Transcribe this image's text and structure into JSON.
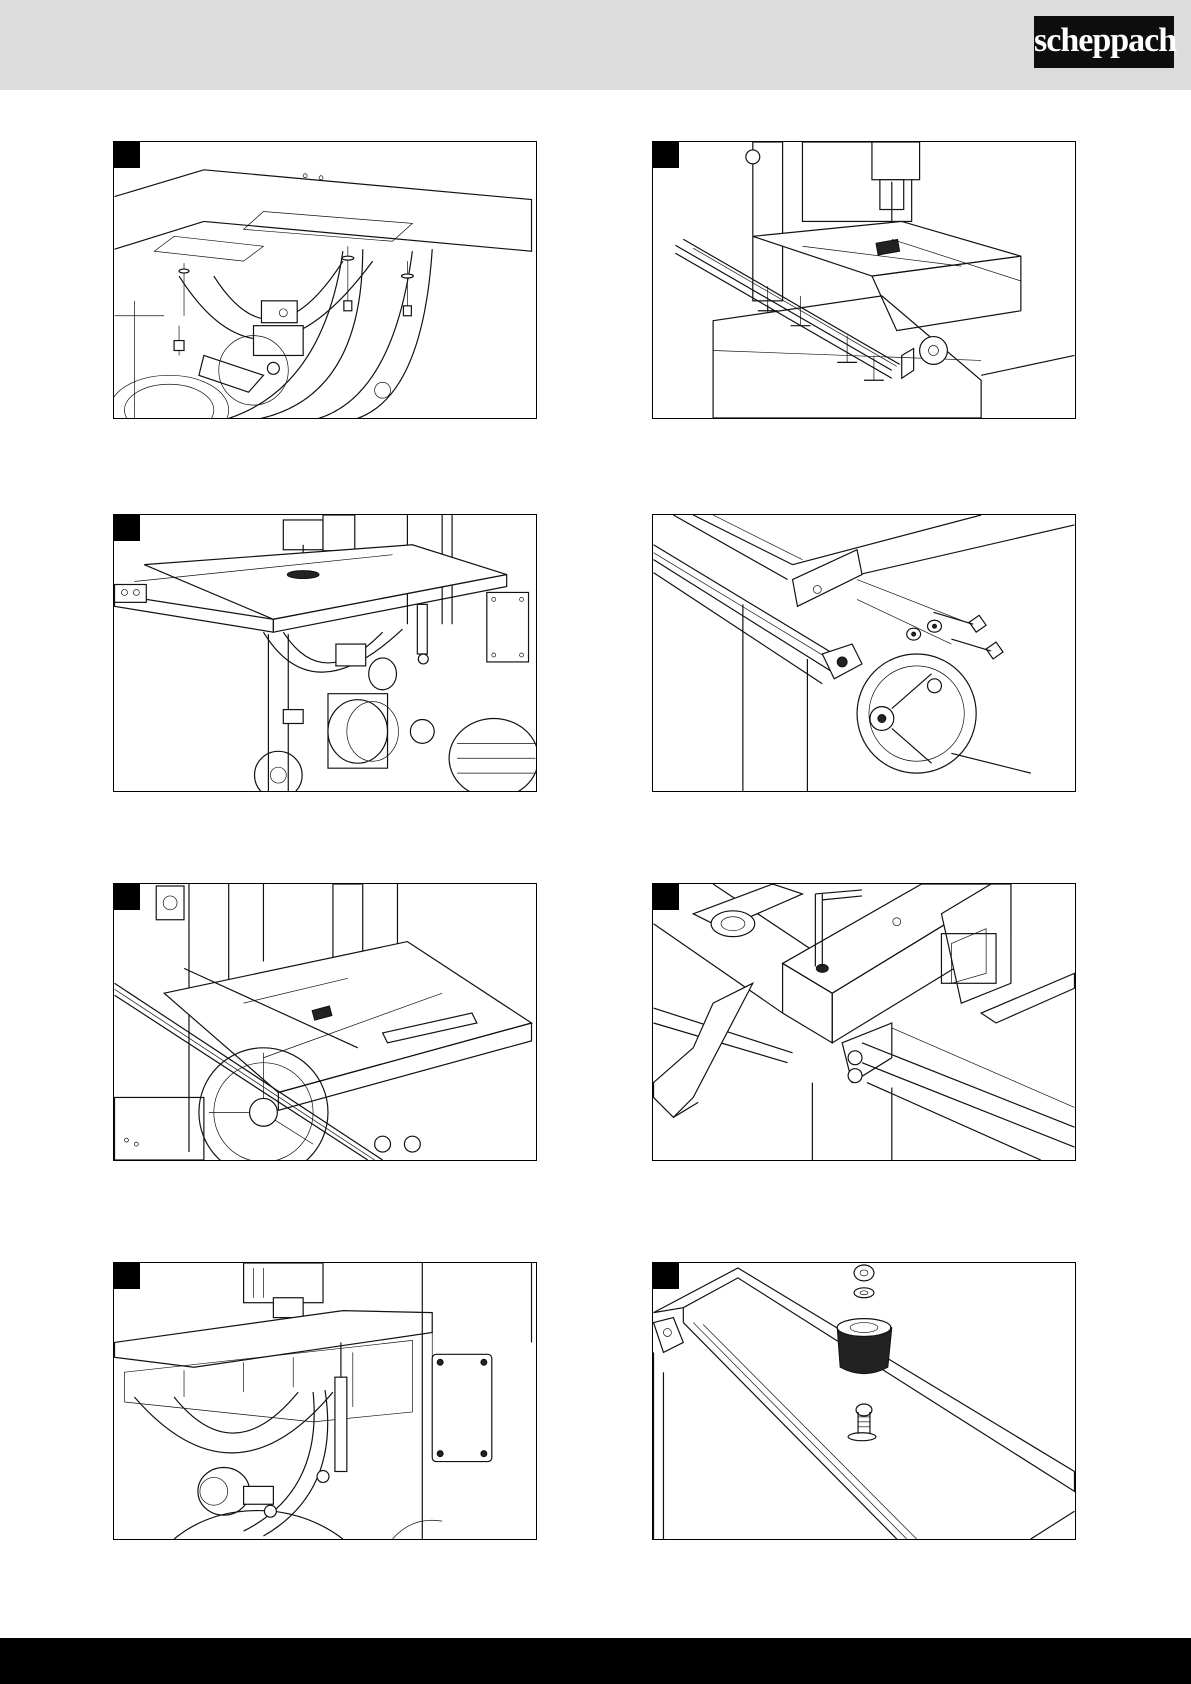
{
  "header": {
    "brand": "scheppach"
  },
  "figures": [
    {
      "number": "",
      "icon": "table-trunnion-underside-illustration"
    },
    {
      "number": "",
      "icon": "fence-rail-mounting-illustration"
    },
    {
      "number": "",
      "icon": "table-dust-port-illustration"
    },
    {
      "number": "",
      "icon": "rail-bolt-exploded-illustration"
    },
    {
      "number": "",
      "icon": "fence-on-table-illustration"
    },
    {
      "number": "",
      "icon": "fence-allen-key-illustration"
    },
    {
      "number": "",
      "icon": "table-tilt-scale-illustration"
    },
    {
      "number": "",
      "icon": "knob-nut-washer-exploded-illustration"
    }
  ],
  "colors": {
    "header_bg": "#dcdcdc",
    "logo_bg": "#0d0d0d",
    "footer_bg": "#000000",
    "line": "#111111"
  }
}
